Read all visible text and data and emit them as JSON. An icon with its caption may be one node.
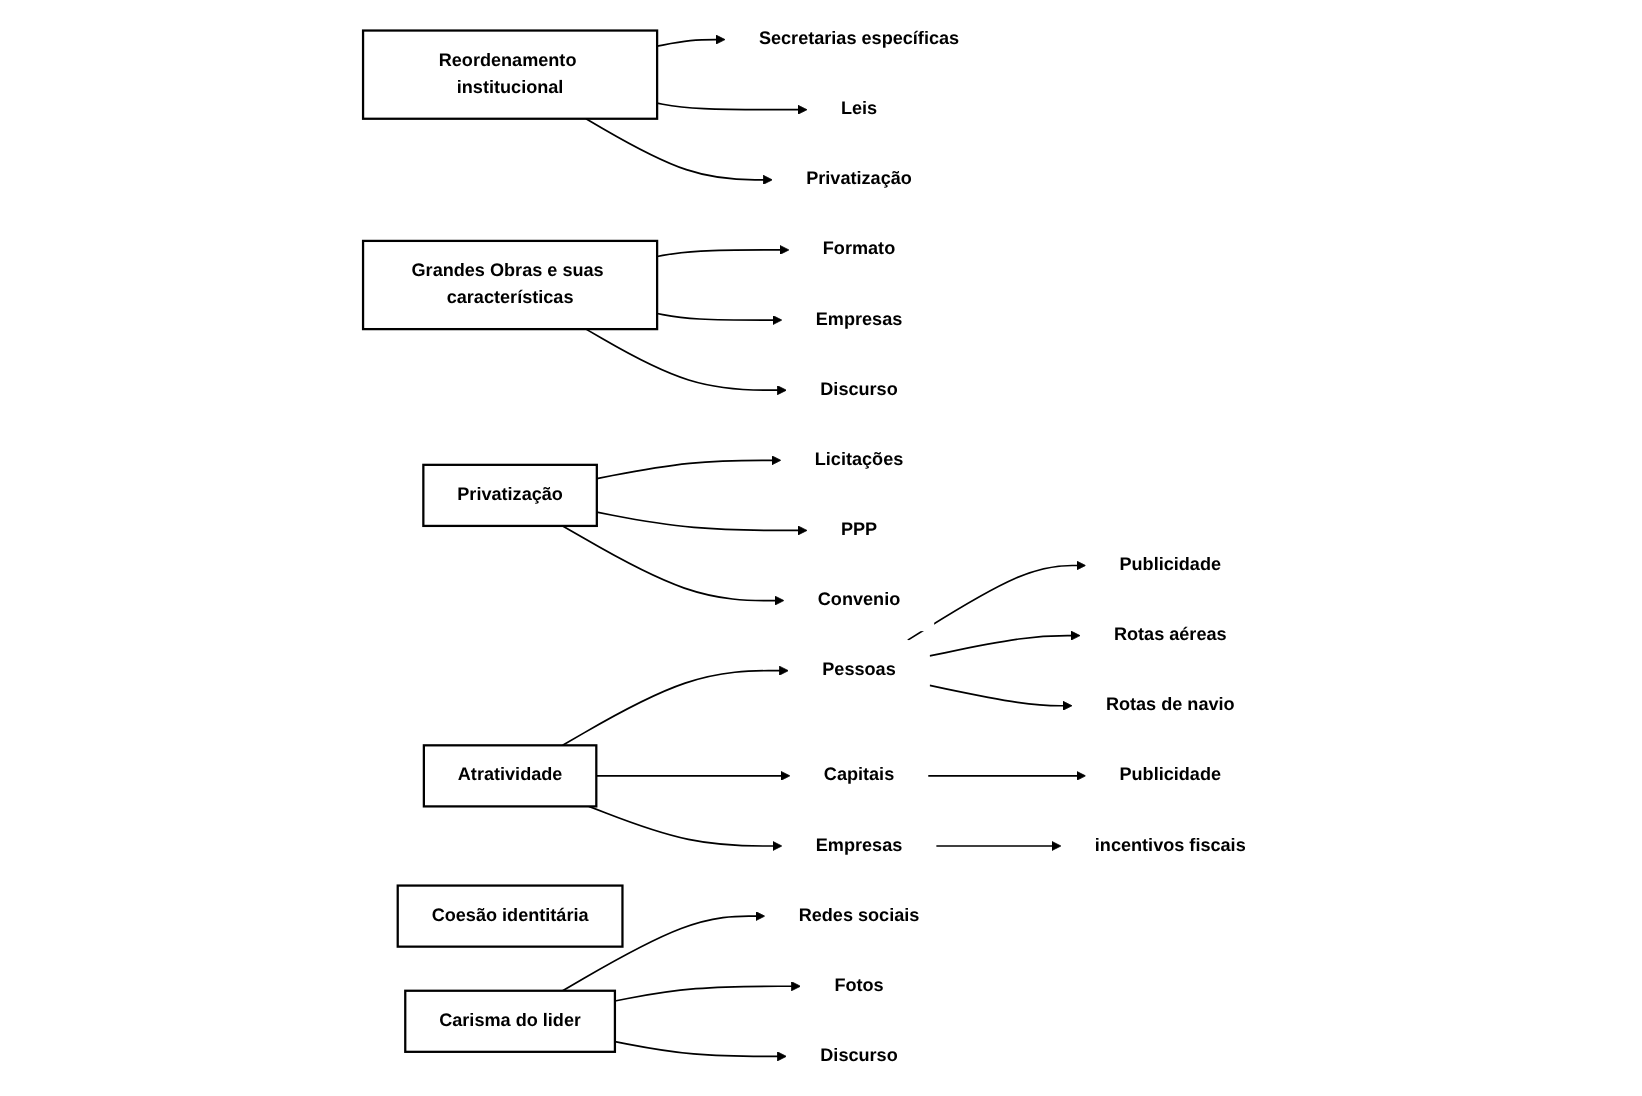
{
  "diagram": {
    "nodes": [
      {
        "text": [
          "Reordenamento institucional"
        ]
      },
      {
        "text": [
          "Secretarias específicas"
        ]
      },
      {
        "text": [
          "Leis"
        ]
      },
      {
        "text": [
          "Privatização"
        ]
      },
      {
        "text": [
          "Grandes Obras e suas características"
        ]
      },
      {
        "text": [
          "Formato"
        ]
      },
      {
        "text": [
          "Empresas"
        ]
      },
      {
        "text": [
          "Discurso"
        ]
      },
      {
        "text": [
          "Privatização"
        ]
      },
      {
        "text": [
          "Licitações"
        ]
      },
      {
        "text": [
          "PPP"
        ]
      },
      {
        "text": [
          "Convenio"
        ]
      },
      {
        "text": [
          "Atratividade"
        ]
      },
      {
        "text": [
          "Pessoas"
        ]
      },
      {
        "text": [
          "Publicidade"
        ]
      },
      {
        "text": [
          "Rotas aéreas"
        ]
      },
      {
        "text": [
          "Rotas de navio"
        ]
      },
      {
        "text": [
          "Capitais"
        ]
      },
      {
        "text": [
          "Publicidade"
        ]
      },
      {
        "text": [
          "Empresas"
        ]
      },
      {
        "text": [
          "incentivos fiscais"
        ]
      },
      {
        "text": [
          "Coesão identitária"
        ]
      },
      {
        "text": [
          "Carisma do lider"
        ]
      },
      {
        "text": [
          "Redes sociais"
        ]
      },
      {
        "text": [
          "Fotos"
        ]
      },
      {
        "text": [
          "Discurso"
        ]
      }
    ],
    "edges": [
      {
        "from": 0,
        "to": 1,
        "arrow": "to"
      },
      {
        "from": 0,
        "to": 2,
        "arrow": "to"
      },
      {
        "from": 0,
        "to": 3,
        "arrow": "to"
      },
      {
        "from": 4,
        "to": 5,
        "arrow": "to"
      },
      {
        "from": 4,
        "to": 6,
        "arrow": "to"
      },
      {
        "from": 4,
        "to": 7,
        "arrow": "to"
      },
      {
        "from": 8,
        "to": 9,
        "arrow": "to"
      },
      {
        "from": 8,
        "to": 10,
        "arrow": "to"
      },
      {
        "from": 8,
        "to": 11,
        "arrow": "to"
      },
      {
        "from": 12,
        "to": 13,
        "arrow": "to"
      },
      {
        "from": 12,
        "to": 17,
        "arrow": "to"
      },
      {
        "from": 12,
        "to": 19,
        "arrow": "to"
      },
      {
        "from": 13,
        "to": 14,
        "arrow": "to"
      },
      {
        "from": 13,
        "to": 15,
        "arrow": "to"
      },
      {
        "from": 13,
        "to": 16,
        "arrow": "to"
      },
      {
        "from": 17,
        "to": 18,
        "arrow": "to"
      },
      {
        "from": 19,
        "to": 20,
        "arrow": "to"
      },
      {
        "from": 22,
        "to": 23,
        "arrow": "to"
      },
      {
        "from": 22,
        "to": 24,
        "arrow": "to"
      },
      {
        "from": 22,
        "to": 25,
        "arrow": "to"
      }
    ]
  }
}
